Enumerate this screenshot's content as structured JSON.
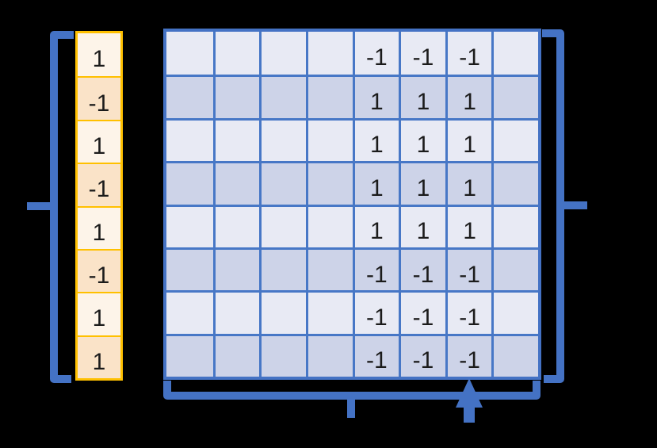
{
  "colors": {
    "background": "#000000",
    "accent_blue": "#4472C4",
    "matrix_grid": "#4777C6",
    "matrix_row_light": "#E8EAF4",
    "matrix_row_dark": "#CDD3E8",
    "vector_border": "#FFC000",
    "vector_row_light": "#FDF4E9",
    "vector_row_dark": "#FAE3C8",
    "cell_text": "#1B1B1B"
  },
  "vector": {
    "rows": 8,
    "values": [
      "1",
      "-1",
      "1",
      "-1",
      "1",
      "-1",
      "1",
      "1"
    ]
  },
  "matrix": {
    "rows": 8,
    "cols": 8,
    "values": [
      [
        "",
        "",
        "",
        "",
        "-1",
        "-1",
        "-1",
        ""
      ],
      [
        "",
        "",
        "",
        "",
        "1",
        "1",
        "1",
        ""
      ],
      [
        "",
        "",
        "",
        "",
        "1",
        "1",
        "1",
        ""
      ],
      [
        "",
        "",
        "",
        "",
        "1",
        "1",
        "1",
        ""
      ],
      [
        "",
        "",
        "",
        "",
        "1",
        "1",
        "1",
        ""
      ],
      [
        "",
        "",
        "",
        "",
        "-1",
        "-1",
        "-1",
        ""
      ],
      [
        "",
        "",
        "",
        "",
        "-1",
        "-1",
        "-1",
        ""
      ],
      [
        "",
        "",
        "",
        "",
        "-1",
        "-1",
        "-1",
        ""
      ]
    ]
  },
  "annotations": {
    "icons": [
      "left-brace-icon",
      "right-brace-icon",
      "bottom-underbrace-icon",
      "up-arrow-icon"
    ],
    "arrow_points_to_column": 7
  }
}
